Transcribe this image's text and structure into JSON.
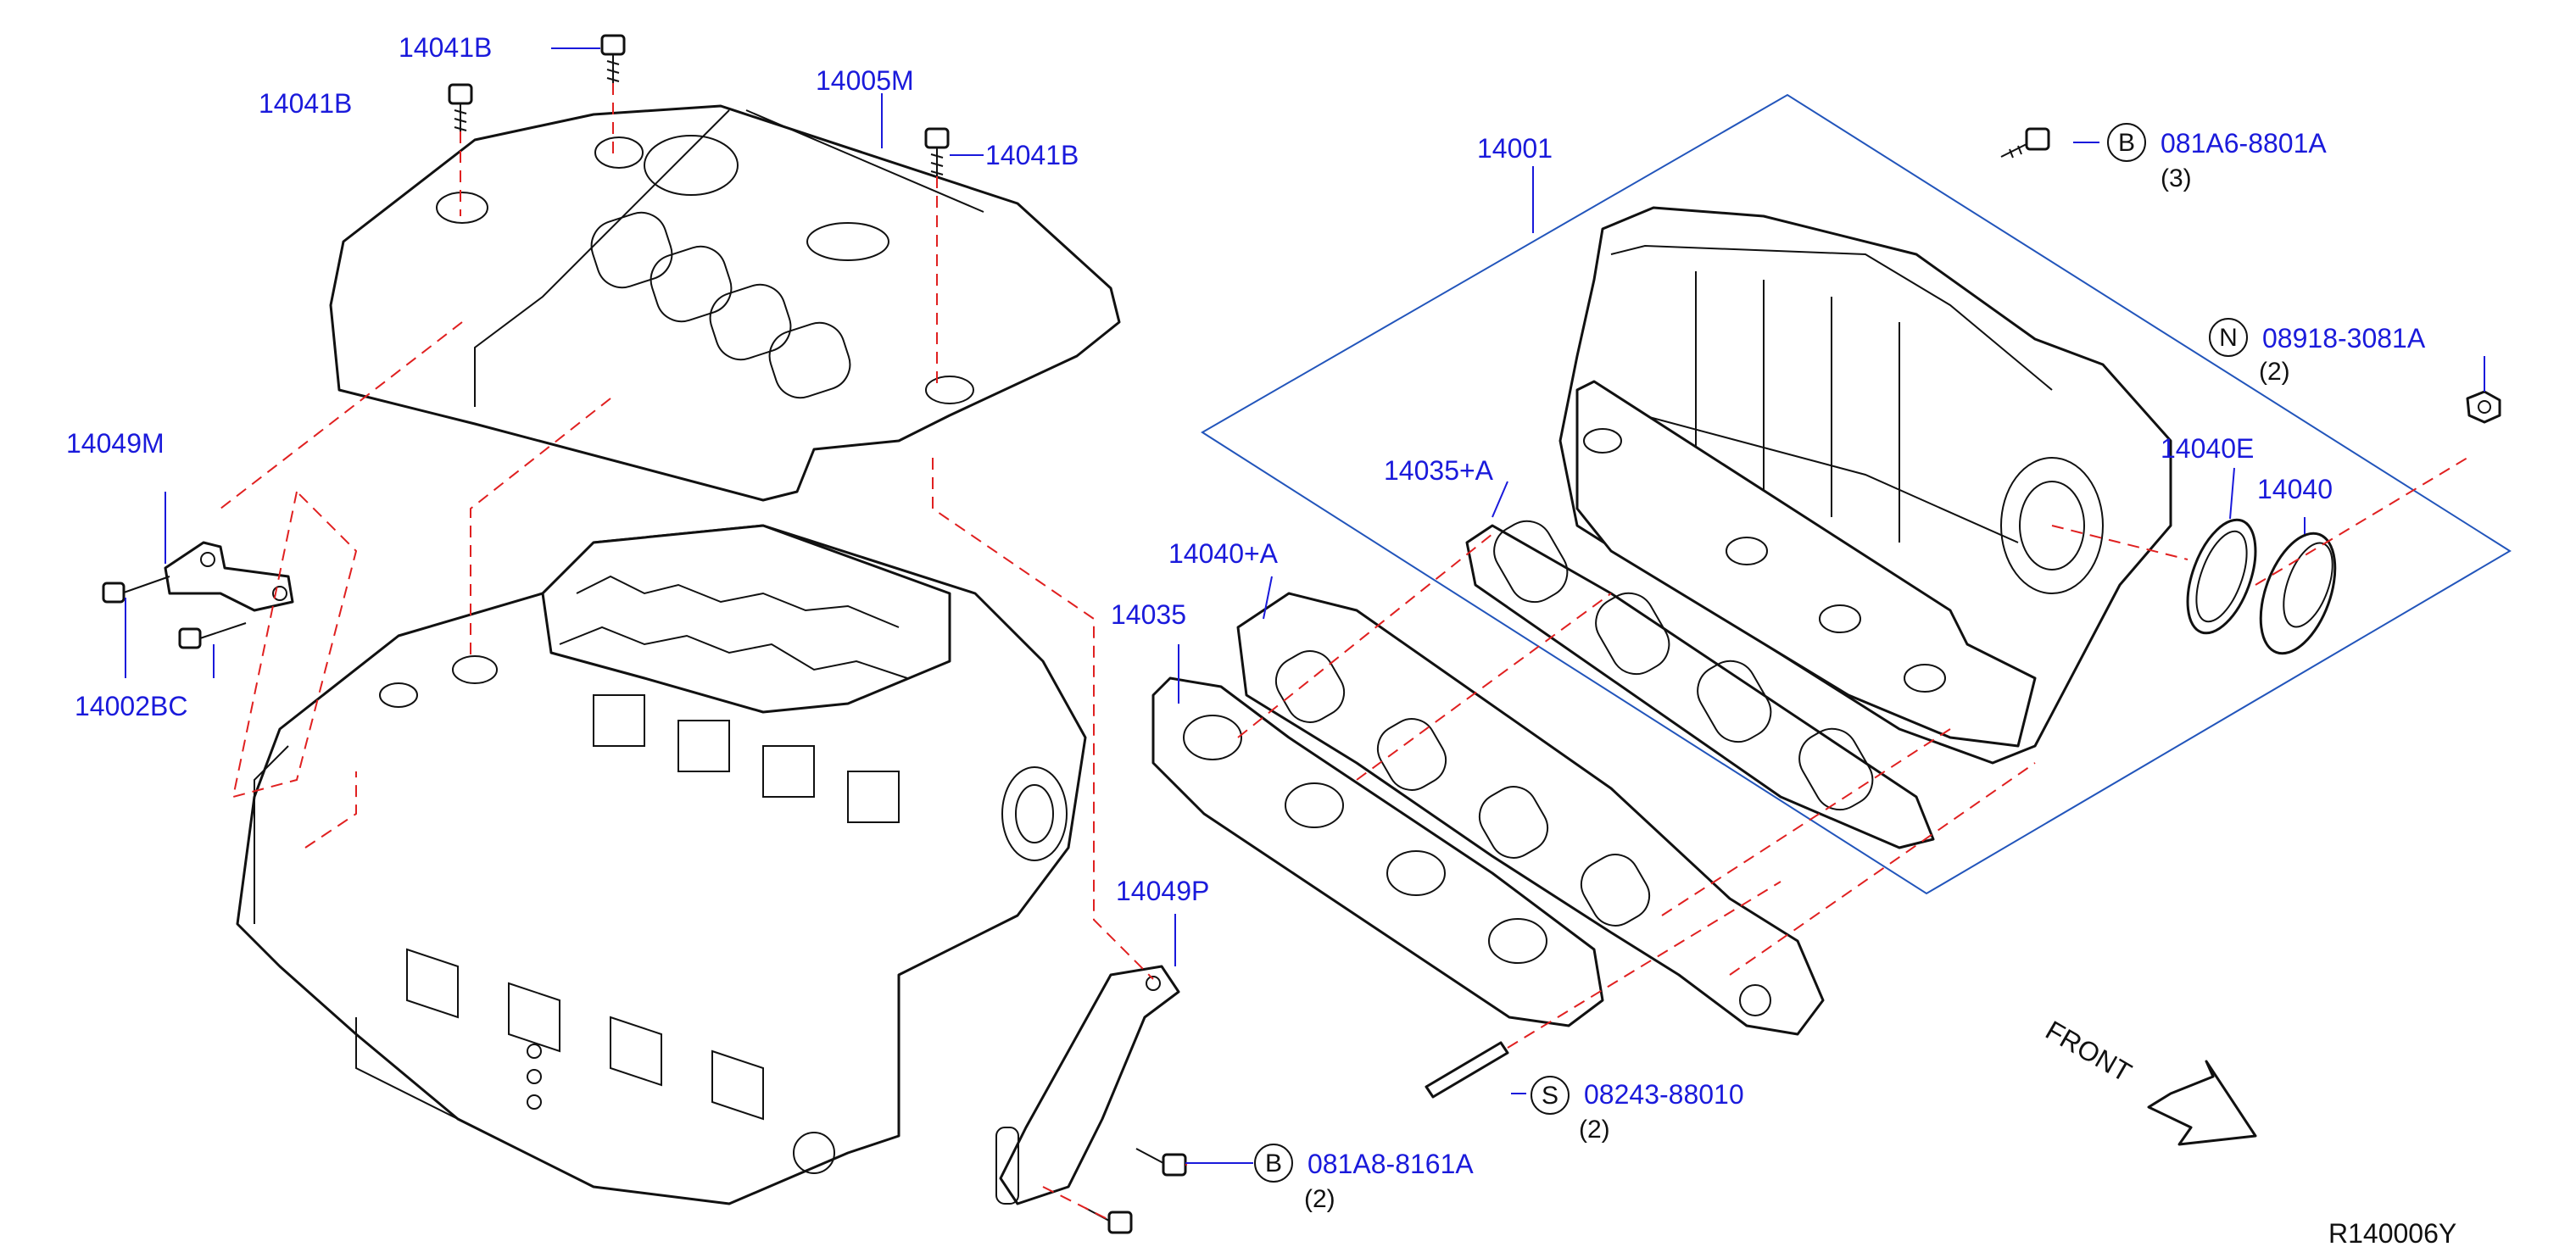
{
  "labels": {
    "p14041b_a": "14041B",
    "p14041b_b": "14041B",
    "p14041b_c": "14041B",
    "p14005m": "14005M",
    "p14001": "14001",
    "p14049m": "14049M",
    "p14002bc": "14002BC",
    "p14035a": "14035+A",
    "p14040a": "14040+A",
    "p14035": "14035",
    "p14040e": "14040E",
    "p14040": "14040",
    "p14049p": "14049P",
    "bolt_b_top": "081A6-8801A",
    "bolt_b_top_qty": "(3)",
    "nut_n": "08918-3081A",
    "nut_n_qty": "(2)",
    "stud_s": "08243-88010",
    "stud_s_qty": "(2)",
    "bolt_b_bottom": "081A8-8161A",
    "bolt_b_bottom_qty": "(2)",
    "front": "FRONT",
    "diagram_ref": "R140006Y"
  },
  "symbols": {
    "b": "B",
    "n": "N",
    "s": "S"
  },
  "colors": {
    "label": "#1a1adb",
    "leader": "#1a1adb",
    "dashed_line": "#e02020",
    "assembly_box": "#2255bb",
    "part_outline": "#111111"
  }
}
